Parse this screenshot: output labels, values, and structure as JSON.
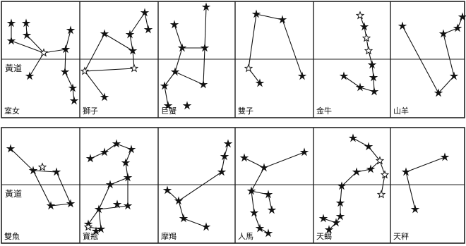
{
  "figure": {
    "ecliptic_label": "黃道",
    "rows": [
      {
        "cells": [
          {
            "label": "室女",
            "ecliptic_label_shown": true,
            "stars": [
              [
                16,
                33
              ],
              [
                37,
                33
              ],
              [
                16,
                58
              ],
              [
                38,
                50
              ],
              [
                62,
                75
              ],
              [
                93,
                70
              ],
              [
                100,
                43
              ],
              [
                42,
                108
              ],
              [
                92,
                102
              ],
              [
                103,
                125
              ],
              [
                105,
                143
              ]
            ],
            "lines": [
              [
                0,
                2
              ],
              [
                1,
                3
              ],
              [
                2,
                4
              ],
              [
                3,
                4
              ],
              [
                4,
                5
              ],
              [
                5,
                6
              ],
              [
                4,
                7
              ],
              [
                5,
                8
              ],
              [
                8,
                9
              ],
              [
                9,
                10
              ]
            ],
            "open_stars": [
              4
            ]
          },
          {
            "label": "獅子",
            "ecliptic_label_shown": false,
            "stars": [
              [
                148,
                48
              ],
              [
                188,
                72
              ],
              [
                184,
                49
              ],
              [
                190,
                97
              ],
              [
                120,
                101
              ],
              [
                148,
                138
              ],
              [
                205,
                18
              ],
              [
                210,
                42
              ]
            ],
            "lines": [
              [
                0,
                1
              ],
              [
                1,
                2
              ],
              [
                2,
                6
              ],
              [
                6,
                7
              ],
              [
                1,
                3
              ],
              [
                3,
                4
              ],
              [
                4,
                0
              ],
              [
                4,
                5
              ]
            ],
            "open_stars": [
              3,
              4
            ]
          },
          {
            "label": "巨蟹",
            "ecliptic_label_shown": false,
            "stars": [
              [
                247,
                35
              ],
              [
                258,
                68
              ],
              [
                248,
                102
              ],
              [
                233,
                122
              ],
              [
                238,
                150
              ],
              [
                292,
                10
              ],
              [
                290,
                68
              ],
              [
                288,
                120
              ],
              [
                265,
                150
              ]
            ],
            "lines": [
              [
                0,
                1
              ],
              [
                1,
                2
              ],
              [
                2,
                3
              ],
              [
                3,
                4
              ],
              [
                5,
                6
              ],
              [
                6,
                7
              ],
              [
                1,
                6
              ],
              [
                2,
                7
              ]
            ],
            "open_stars": []
          },
          {
            "label": "雙子",
            "ecliptic_label_shown": false,
            "stars": [
              [
                363,
                20
              ],
              [
                400,
                28
              ],
              [
                428,
                108
              ],
              [
                352,
                97
              ],
              [
                368,
                118
              ]
            ],
            "lines": [
              [
                0,
                1
              ],
              [
                1,
                2
              ],
              [
                0,
                3
              ],
              [
                3,
                4
              ]
            ],
            "open_stars": [
              3
            ]
          },
          {
            "label": "金牛",
            "ecliptic_label_shown": false,
            "stars": [
              [
                510,
                22
              ],
              [
                516,
                38
              ],
              [
                519,
                54
              ],
              [
                522,
                72
              ],
              [
                527,
                92
              ],
              [
                529,
                110
              ],
              [
                510,
                124
              ],
              [
                530,
                130
              ],
              [
                487,
                108
              ]
            ],
            "lines": [
              [
                0,
                1
              ],
              [
                1,
                2
              ],
              [
                2,
                3
              ],
              [
                3,
                4
              ],
              [
                4,
                5
              ],
              [
                5,
                7
              ],
              [
                6,
                7
              ],
              [
                6,
                8
              ]
            ],
            "open_stars": [
              0,
              2,
              3
            ]
          },
          {
            "label": "山羊",
            "ecliptic_label_shown": false,
            "stars": [
              [
                570,
                37
              ],
              [
                621,
                132
              ],
              [
                643,
                108
              ],
              [
                628,
                48
              ],
              [
                648,
                40
              ],
              [
                655,
                24
              ]
            ],
            "lines": [
              [
                0,
                1
              ],
              [
                1,
                2
              ],
              [
                2,
                3
              ],
              [
                3,
                4
              ],
              [
                4,
                5
              ]
            ],
            "open_stars": []
          }
        ]
      },
      {
        "cells": [
          {
            "label": "雙魚",
            "ecliptic_label_shown": true,
            "stars": [
              [
                15,
                211
              ],
              [
                47,
                242
              ],
              [
                80,
                244
              ],
              [
                72,
                292
              ],
              [
                100,
                289
              ],
              [
                60,
                237
              ]
            ],
            "lines": [
              [
                0,
                1
              ],
              [
                1,
                2
              ],
              [
                2,
                4
              ],
              [
                4,
                3
              ],
              [
                3,
                1
              ]
            ],
            "open_stars": [
              5
            ]
          },
          {
            "label": "寶瓶",
            "ecliptic_label_shown": false,
            "stars": [
              [
                128,
                225
              ],
              [
                148,
                216
              ],
              [
                165,
                204
              ],
              [
                186,
                212
              ],
              [
                178,
                231
              ],
              [
                181,
                252
              ],
              [
                181,
                292
              ],
              [
                140,
                297
              ],
              [
                143,
                325
              ],
              [
                125,
                318
              ],
              [
                156,
                262
              ],
              [
                166,
                290
              ],
              [
                125,
                322
              ],
              [
                136,
                328
              ]
            ],
            "lines": [
              [
                0,
                1
              ],
              [
                1,
                2
              ],
              [
                2,
                3
              ],
              [
                3,
                4
              ],
              [
                4,
                5
              ],
              [
                5,
                6
              ],
              [
                6,
                7
              ],
              [
                7,
                8
              ],
              [
                5,
                10
              ],
              [
                10,
                7
              ],
              [
                8,
                12
              ],
              [
                8,
                13
              ],
              [
                9,
                7
              ]
            ],
            "open_stars": [
              12
            ]
          },
          {
            "label": "摩羯",
            "ecliptic_label_shown": false,
            "stars": [
              [
                237,
                270
              ],
              [
                253,
                285
              ],
              [
                260,
                310
              ],
              [
                292,
                322
              ],
              [
                314,
                244
              ],
              [
                318,
                222
              ],
              [
                323,
                204
              ]
            ],
            "lines": [
              [
                0,
                1
              ],
              [
                1,
                2
              ],
              [
                2,
                3
              ],
              [
                1,
                4
              ],
              [
                4,
                5
              ],
              [
                5,
                6
              ]
            ],
            "open_stars": []
          },
          {
            "label": "人馬",
            "ecliptic_label_shown": false,
            "stars": [
              [
                346,
                224
              ],
              [
                374,
                238
              ],
              [
                431,
                216
              ],
              [
                356,
                271
              ],
              [
                380,
                276
              ],
              [
                385,
                298
              ],
              [
                360,
                302
              ],
              [
                368,
                324
              ],
              [
                380,
                331
              ]
            ],
            "lines": [
              [
                0,
                1
              ],
              [
                1,
                2
              ],
              [
                1,
                3
              ],
              [
                3,
                4
              ],
              [
                4,
                5
              ],
              [
                3,
                6
              ],
              [
                6,
                7
              ],
              [
                7,
                8
              ]
            ],
            "open_stars": []
          },
          {
            "label": "天蝎",
            "ecliptic_label_shown": false,
            "stars": [
              [
                500,
                196
              ],
              [
                522,
                208
              ],
              [
                538,
                228
              ],
              [
                545,
                248
              ],
              [
                540,
                276
              ],
              [
                525,
                240
              ],
              [
                505,
                244
              ],
              [
                484,
                264
              ],
              [
                482,
                288
              ],
              [
                482,
                307
              ],
              [
                476,
                316
              ],
              [
                458,
                310
              ],
              [
                466,
                326
              ]
            ],
            "lines": [
              [
                0,
                1
              ],
              [
                1,
                2
              ],
              [
                2,
                3
              ],
              [
                3,
                4
              ],
              [
                2,
                5
              ],
              [
                5,
                6
              ],
              [
                6,
                7
              ],
              [
                7,
                8
              ],
              [
                8,
                9
              ],
              [
                9,
                10
              ],
              [
                10,
                11
              ],
              [
                10,
                12
              ]
            ],
            "open_stars": [
              2,
              4,
              3
            ]
          },
          {
            "label": "天秤",
            "ecliptic_label_shown": false,
            "stars": [
              [
                575,
                244
              ],
              [
                630,
                223
              ],
              [
                588,
                297
              ]
            ],
            "lines": [
              [
                0,
                1
              ],
              [
                0,
                2
              ]
            ],
            "open_stars": []
          }
        ]
      }
    ]
  }
}
